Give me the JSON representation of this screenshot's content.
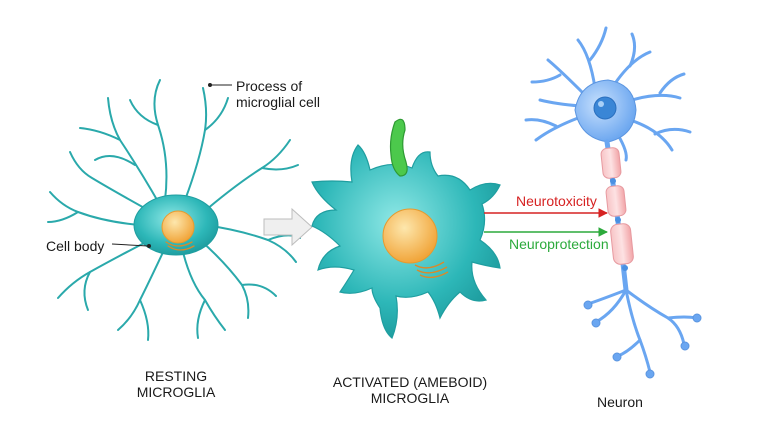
{
  "labels": {
    "process": [
      "Process of",
      "microglial cell"
    ],
    "cell_body": "Cell body",
    "resting": [
      "RESTING",
      "MICROGLIA"
    ],
    "activated": [
      "ACTIVATED (AMEBOID)",
      "MICROGLIA"
    ],
    "neurotoxicity": "Neurotoxicity",
    "neuroprotection": "Neuroprotection",
    "neuron": "Neuron"
  },
  "colors": {
    "microglia": "#2db7b8",
    "microglia_light": "#7fe0df",
    "nucleus": "#f6b443",
    "nucleus_light": "#fde3a2",
    "neuron": "#6aa6f1",
    "neuron_light": "#b9d7fb",
    "myelin": "#f5b6b8",
    "neurotoxicity": "#d62222",
    "neuroprotection": "#2caa3c",
    "arrow_fill": "#efefef",
    "bacterium": "#4cc94c",
    "text": "#1a1a1a"
  },
  "icons": [
    "resting-microglia-icon",
    "activated-microglia-icon",
    "transition-arrow-icon",
    "neuron-icon",
    "bacterium-icon"
  ]
}
